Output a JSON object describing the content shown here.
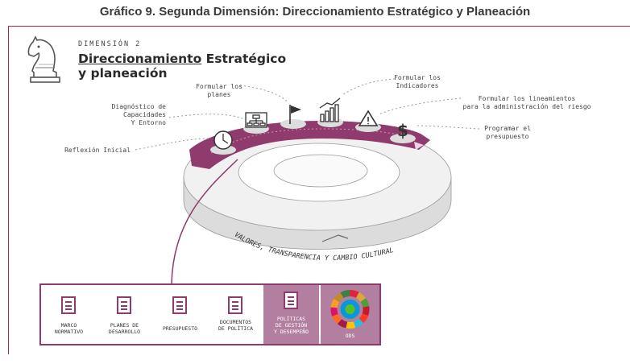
{
  "figure_title": "Gráfico 9. Segunda Dimensión: Direccionamiento Estratégico y Planeación",
  "dimension": {
    "label": "DIMENSIÓN 2",
    "title_underlined": "Direccionamiento",
    "title_rest": " Estratégico",
    "title_line2": "y planeación"
  },
  "steps": {
    "reflexion": "Reflexión Inicial",
    "diagnostico_1": "Diagnóstico de",
    "diagnostico_2": "Capacidades",
    "diagnostico_3": "Y Entorno",
    "planes_1": "Formular los",
    "planes_2": "planes",
    "indicadores_1": "Formular los",
    "indicadores_2": "Indicadores",
    "lineamientos_1": "Formular los lineamientos",
    "lineamientos_2": "para la administración del riesgo",
    "presupuesto_1": "Programar el",
    "presupuesto_2": "presupuesto"
  },
  "ring_text": "VALORES, TRANSPARENCIA Y CAMBIO CULTURAL",
  "panel": {
    "items": [
      {
        "line1": "MARCO",
        "line2": "NORMATIVO",
        "line3": ""
      },
      {
        "line1": "PLANES DE",
        "line2": "DESARROLLO",
        "line3": ""
      },
      {
        "line1": "PRESUPUESTO",
        "line2": "",
        "line3": ""
      },
      {
        "line1": "DOCUMENTOS",
        "line2": "DE POLÍTICA",
        "line3": ""
      },
      {
        "line1": "POLÍTICAS",
        "line2": "DE GESTIÓN",
        "line3": "Y DESEMPEÑO"
      }
    ],
    "ods_label": "ODS"
  },
  "colors": {
    "accent": "#8f3b6d",
    "accent_light": "#b27fa0",
    "frame": "#b51f3c",
    "ring_gray": "#e6e6e6"
  }
}
